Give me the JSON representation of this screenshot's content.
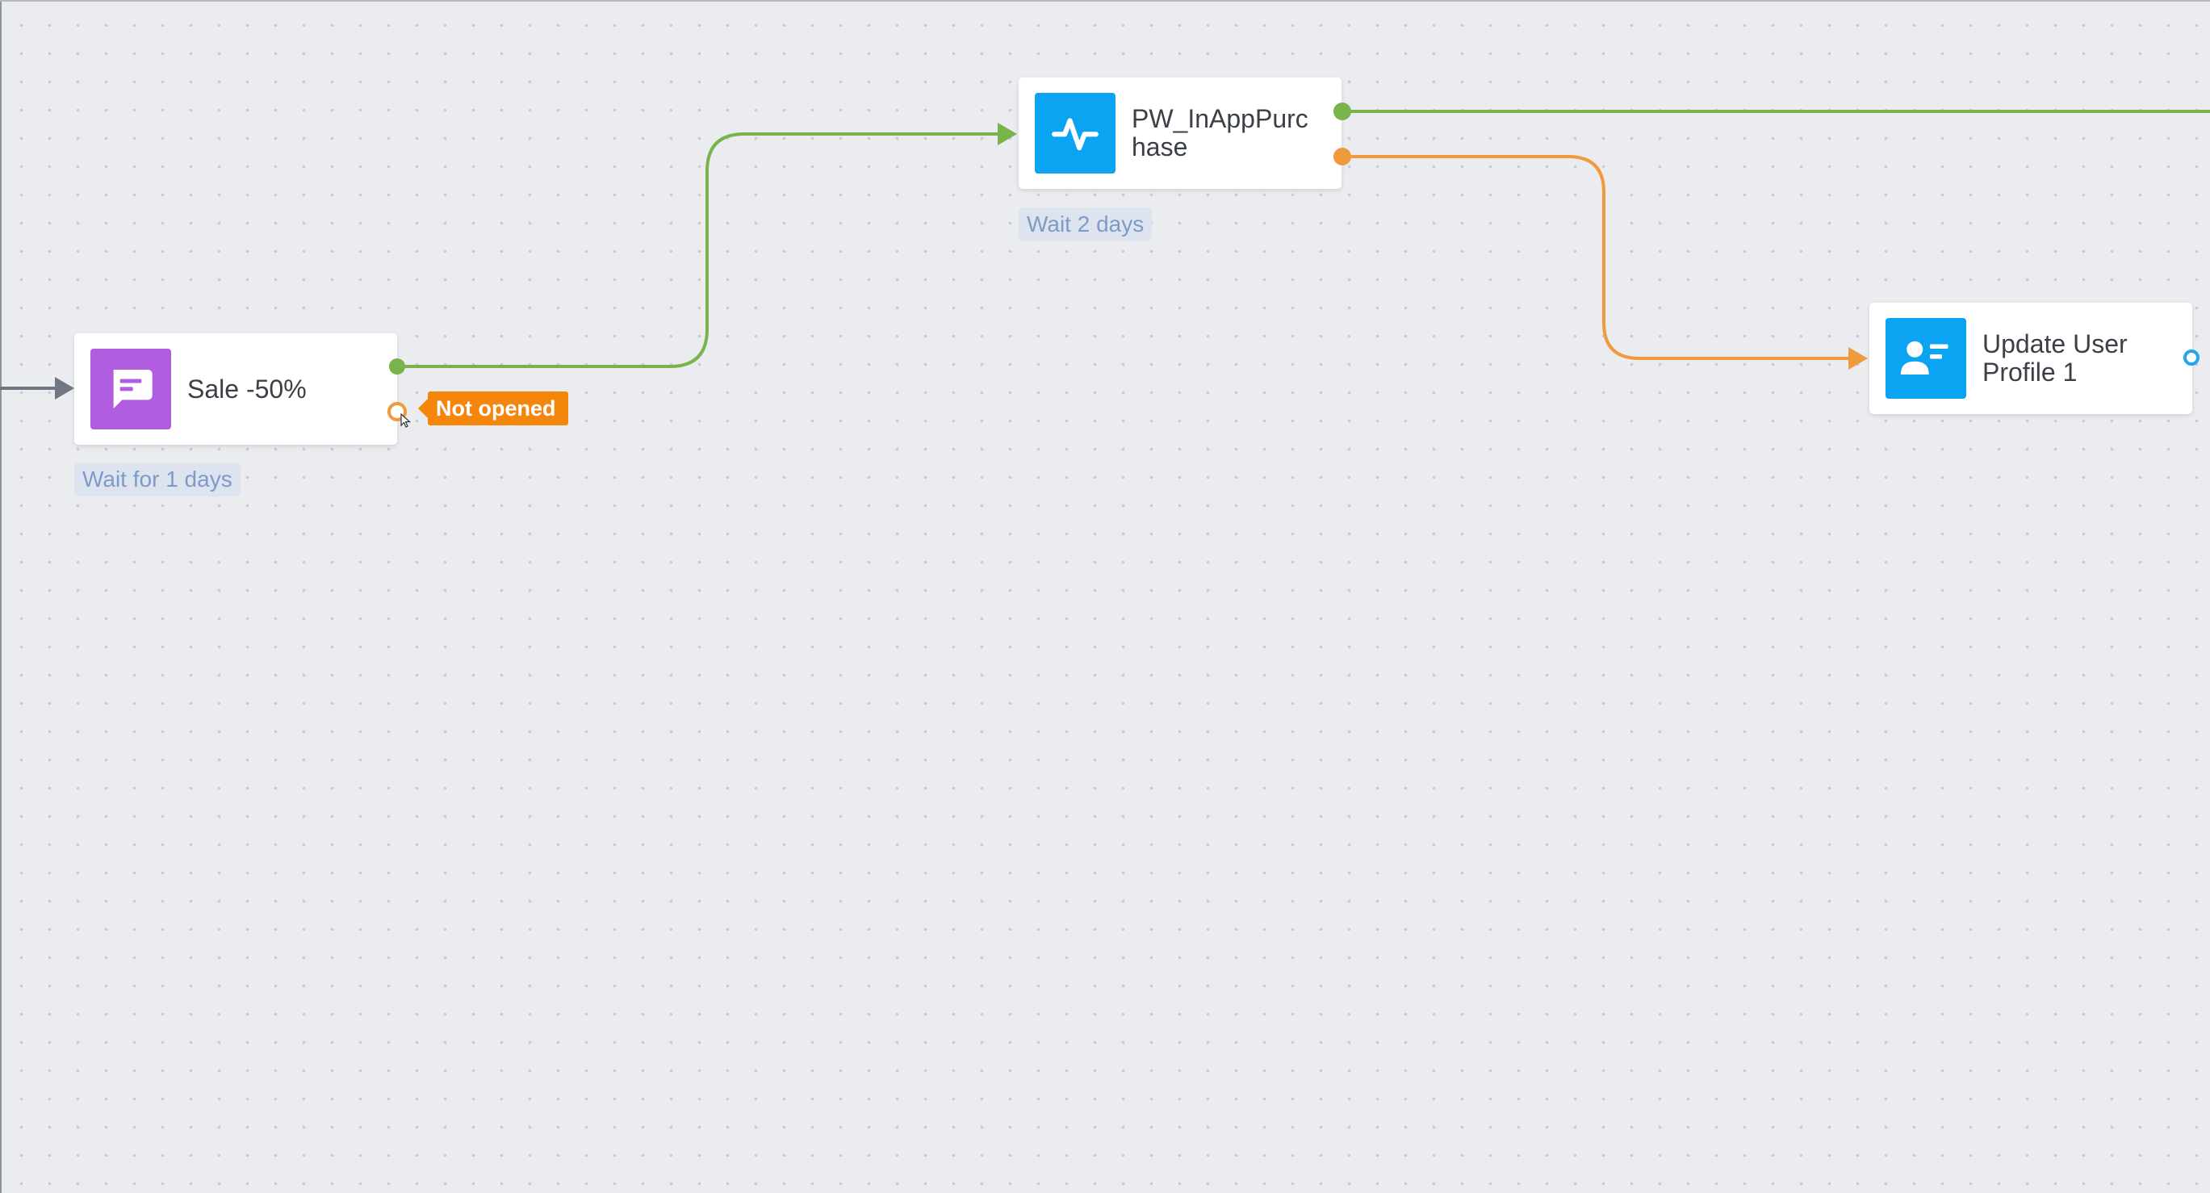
{
  "colors": {
    "success": "#7ab34a",
    "fail": "#f09a3e",
    "incoming": "#6f7782",
    "message_icon_bg": "#b05de0",
    "event_icon_bg": "#0ba4f3",
    "profile_icon_bg": "#0ba4f3",
    "open_port": "#21a6f0"
  },
  "nodes": {
    "sale": {
      "label": "Sale -50%",
      "wait": "Wait for 1 days",
      "icon": "message-icon",
      "not_opened_tag": "Not opened"
    },
    "purchase": {
      "label": "PW_InAppPurchase",
      "wait": "Wait 2 days",
      "icon": "pulse-icon"
    },
    "profile": {
      "label": "Update User Profile 1",
      "icon": "user-profile-icon"
    }
  }
}
